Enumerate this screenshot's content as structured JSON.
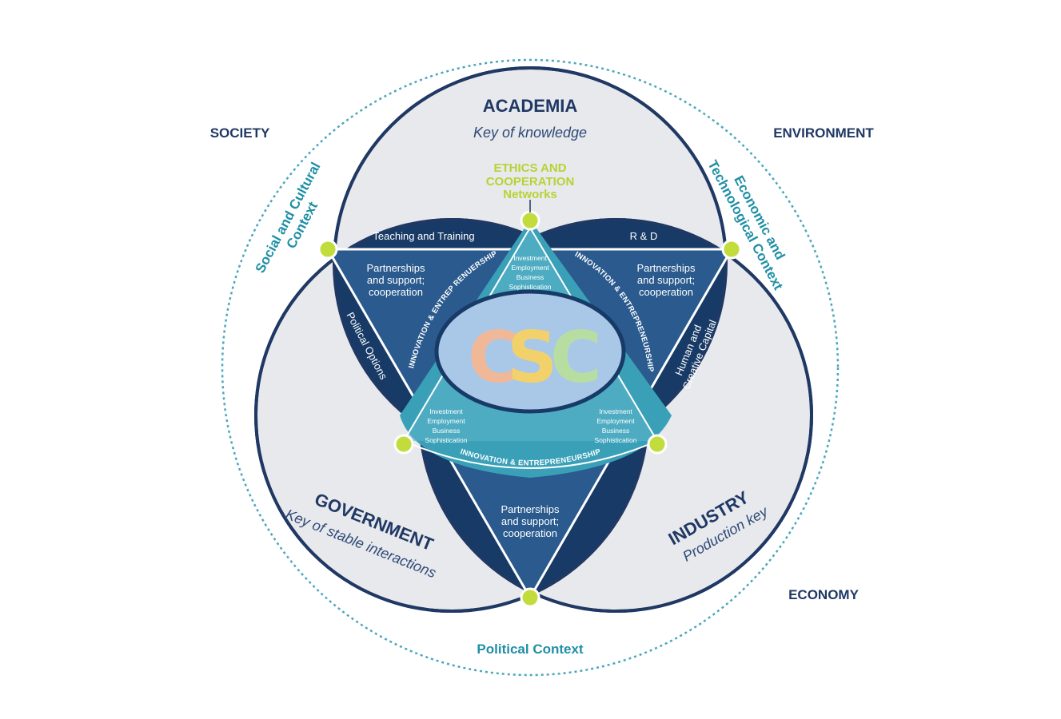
{
  "corners": {
    "society": "SOCIETY",
    "environment": "ENVIRONMENT",
    "economy": "ECONOMY"
  },
  "contexts": {
    "social_line1": "Social and Cultural",
    "social_line2": "Context",
    "economic_line1": "Economic and",
    "economic_line2": "Technological Context",
    "political": "Political Context"
  },
  "sectors": {
    "academia": {
      "title": "ACADEMIA",
      "subtitle": "Key of knowledge"
    },
    "government": {
      "title": "GOVERNMENT",
      "subtitle": "Key of stable interactions"
    },
    "industry": {
      "title": "INDUSTRY",
      "subtitle": "Production key"
    }
  },
  "ethics": {
    "line1": "ETHICS AND",
    "line2": "COOPERATION",
    "line3": "Networks"
  },
  "edges": {
    "top_left": "Teaching and Training",
    "top_right": "R & D",
    "left": "Political Options",
    "right_line1": "Human and",
    "right_line2": "Creative Capital"
  },
  "partnerships": {
    "line1": "Partnerships",
    "line2": "and support;",
    "line3": "cooperation"
  },
  "innovation": {
    "label": "INNOVATION & ENTREPRENEURSHIP",
    "label_left": "INNOVATION & ENTREP RENUERSHIP"
  },
  "investment": {
    "line1": "Investment",
    "line2": "Employment",
    "line3": "Business",
    "line4": "Sophistication"
  },
  "center": {
    "c1": "C",
    "s": "S",
    "c2": "C"
  },
  "colors": {
    "navy": "#1f3864",
    "dark_blue": "#173a66",
    "mid_blue": "#2a5a8e",
    "teal": "#3aa0b8",
    "light_teal": "#6fc2d3",
    "lime": "#c2dc3c",
    "grey_fill": "#e8e9ec",
    "center_fill": "#a9c8e8"
  }
}
